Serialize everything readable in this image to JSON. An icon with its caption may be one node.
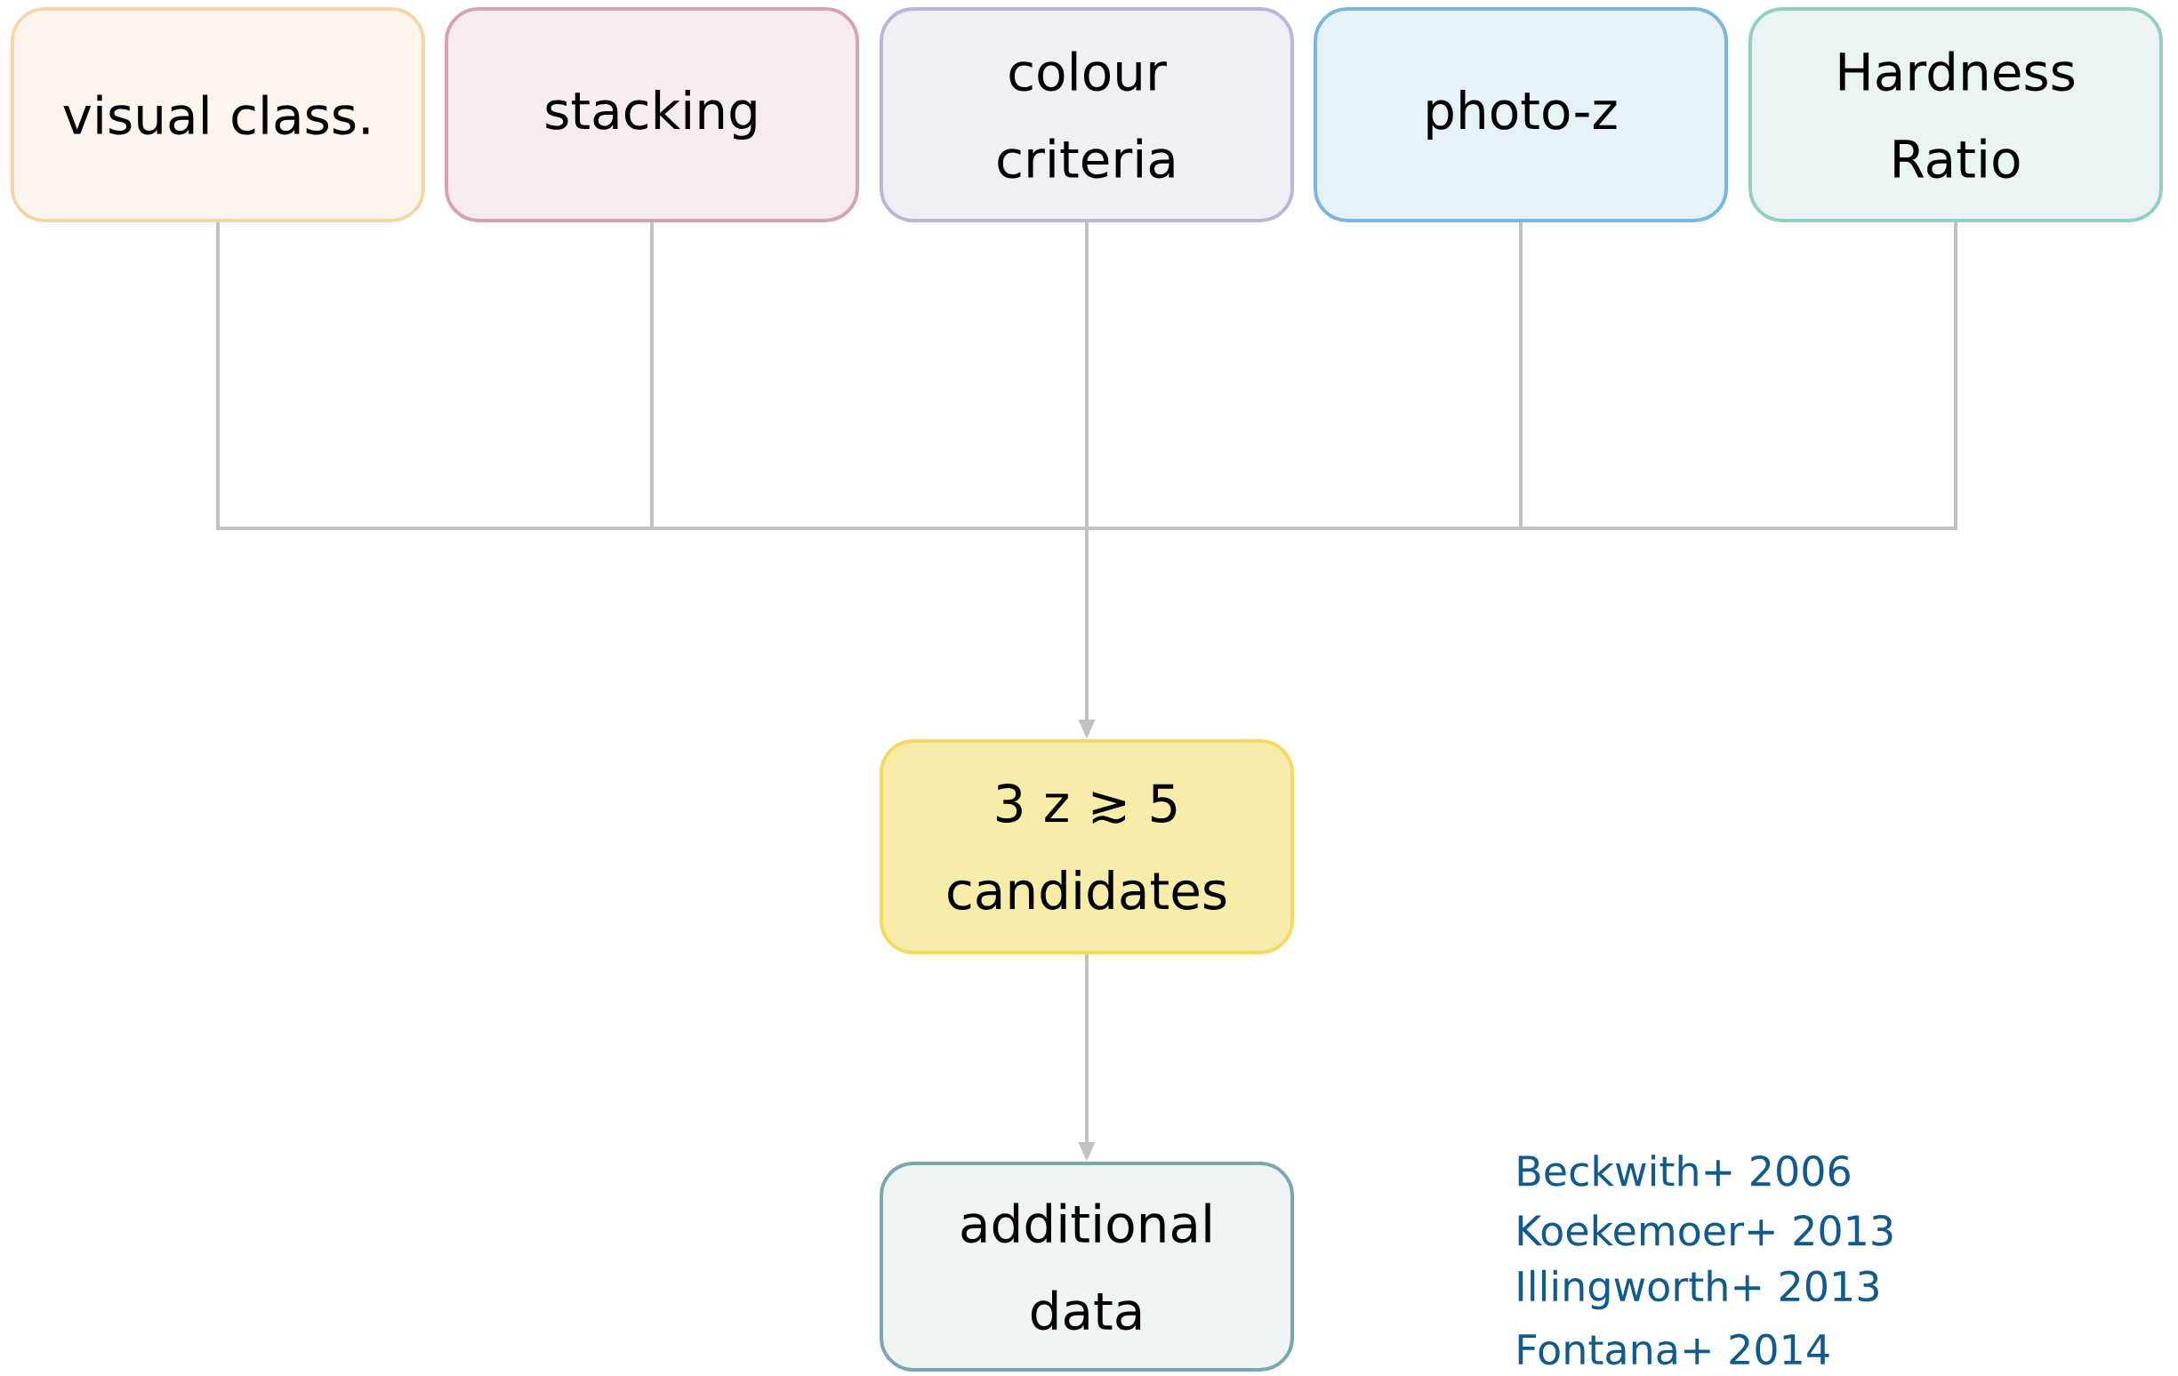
{
  "diagram": {
    "nodes": [
      {
        "text": [
          "visual class."
        ]
      },
      {
        "text": [
          "stacking"
        ]
      },
      {
        "text": [
          "colour criteria"
        ]
      },
      {
        "text": [
          "photo-z"
        ]
      },
      {
        "text": [
          "Hardness Ratio"
        ]
      },
      {
        "text": [
          "3 z ≳ 5 candidates"
        ]
      },
      {
        "text": [
          "additional data"
        ]
      }
    ],
    "edges": [
      {
        "from": 0,
        "to": 5,
        "arrow": "to"
      },
      {
        "from": 1,
        "to": 5,
        "arrow": "to"
      },
      {
        "from": 2,
        "to": 5,
        "arrow": "to"
      },
      {
        "from": 3,
        "to": 5,
        "arrow": "to"
      },
      {
        "from": 4,
        "to": 5,
        "arrow": "to"
      },
      {
        "from": 5,
        "to": 6,
        "arrow": "to"
      }
    ],
    "labels": [
      "Beckwith+ 2006",
      "Koekemoer+ 2013",
      "Illingworth+ 2013",
      "Fontana+ 2014"
    ]
  }
}
